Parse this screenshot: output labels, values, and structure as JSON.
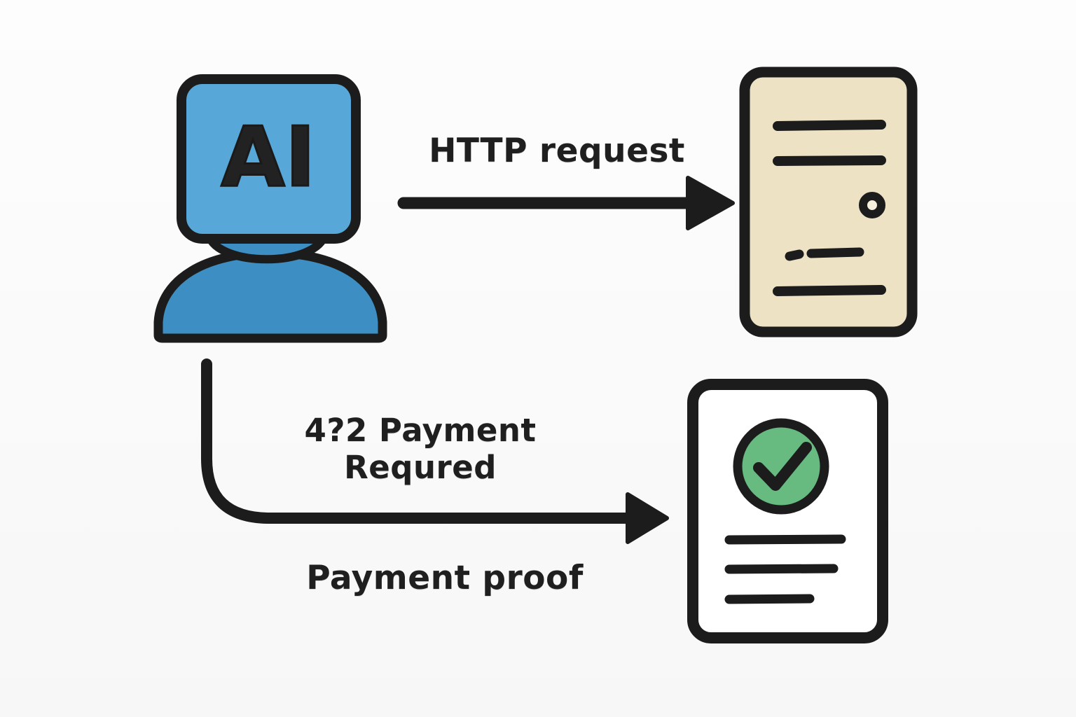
{
  "diagram": {
    "type": "flow-diagram",
    "description": "AI agent sends HTTP request to a server document, receives 402 Payment Required, then sends payment proof to a verified receipt document",
    "agent": {
      "label": "AI"
    },
    "labels": {
      "http_request": "HTTP request",
      "payment_required_line1": "4?2 Payment",
      "payment_required_line2": "Requred",
      "payment_proof": "Payment proof"
    },
    "colors": {
      "outline": "#1c1c1c",
      "agent_head_fill": "#57a7d9",
      "agent_body_fill": "#3d8fc3",
      "server_doc_fill": "#eee2c5",
      "receipt_doc_fill": "#ffffff",
      "check_circle_fill": "#67ba80",
      "background": "#fbfbfb"
    },
    "icons": [
      "ai-agent-icon",
      "server-document-icon",
      "receipt-document-icon",
      "check-icon"
    ]
  }
}
